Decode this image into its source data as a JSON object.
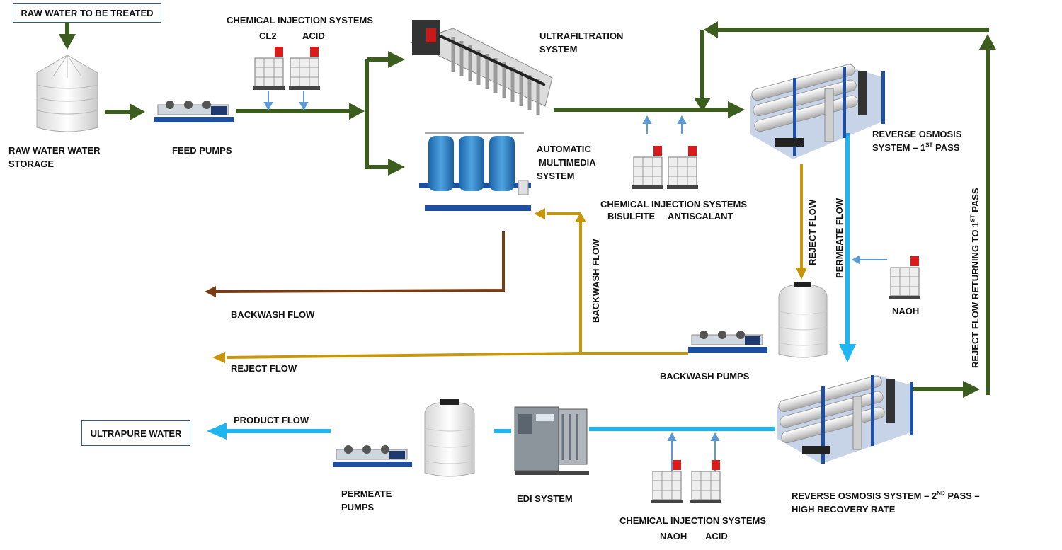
{
  "labels": {
    "raw_water_in": "RAW WATER TO BE TREATED",
    "raw_storage_1": "RAW WATER WATER",
    "raw_storage_2": "STORAGE",
    "feed_pumps": "FEED PUMPS",
    "chem1_title": "CHEMICAL INJECTION SYSTEMS",
    "chem1_a": "CL2",
    "chem1_b": "ACID",
    "uf_1": "ULTRAFILTRATION",
    "uf_2": "SYSTEM",
    "amm_1": "AUTOMATIC",
    "amm_2": "MULTIMEDIA",
    "amm_3": "SYSTEM",
    "chem2_title": "CHEMICAL INJECTION SYSTEMS",
    "chem2_a": "BISULFITE",
    "chem2_b": "ANTISCALANT",
    "ro1_1": "REVERSE OSMOSIS",
    "ro1_2a": "SYSTEM – 1",
    "ro1_sup": "ST",
    "ro1_2b": " PASS",
    "reject_flow_v": "REJECT  FLOW",
    "permeate_flow_v": "PERMEATE  FLOW",
    "naoh": "NAOH",
    "reject_return_a": "REJECT  FLOW RETURNING TO 1",
    "reject_return_sup": "ST",
    "reject_return_b": " PASS",
    "backwash_flow_v": "BACKWASH  FLOW",
    "backwash_flow_h": "BACKWASH  FLOW",
    "reject_flow_h": "REJECT FLOW",
    "backwash_pumps": "BACKWASH PUMPS",
    "product_flow": "PRODUCT FLOW",
    "ultrapure": "ULTRAPURE WATER",
    "permeate_pumps_1": "PERMEATE",
    "permeate_pumps_2": "PUMPS",
    "edi": "EDI SYSTEM",
    "chem3_title": "CHEMICAL INJECTION SYSTEMS",
    "chem3_a": "NAOH",
    "chem3_b": "ACID",
    "ro2_1a": "REVERSE OSMOSIS SYSTEM – 2",
    "ro2_sup": "ND",
    "ro2_1b": "  PASS –",
    "ro2_2": "HIGH RECOVERY RATE"
  },
  "colors": {
    "main_flow": "#3b5e1f",
    "reject_flow": "#c8960a",
    "backwash_flow": "#7a3b12",
    "permeate_flow": "#1fb6f0",
    "chem_flow": "#5a9bd5",
    "equipment_blue": "#1f4fa0",
    "tank_white": "#f2f2f2",
    "box_border": "#2e5c8a"
  }
}
